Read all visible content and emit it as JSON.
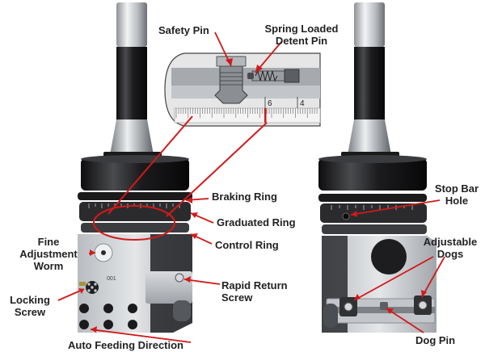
{
  "labels": {
    "safety_pin": "Safety Pin",
    "spring_loaded_detent_pin": [
      "Spring Loaded",
      "Detent Pin"
    ],
    "braking_ring": "Braking Ring",
    "graduated_ring": "Graduated Ring",
    "control_ring": "Control Ring",
    "fine_adjustment_worm": [
      "Fine",
      "Adjustment",
      "Worm"
    ],
    "locking_screw": [
      "Locking",
      "Screw"
    ],
    "rapid_return_screw": [
      "Rapid Return",
      "Screw"
    ],
    "auto_feeding_direction": "Auto Feeding Direction",
    "stop_bar_hole": [
      "Stop Bar",
      "Hole"
    ],
    "adjustable_dogs": [
      "Adjustable",
      "Dogs"
    ],
    "dog_pin": "Dog Pin"
  },
  "scale_numbers": [
    "6",
    "4"
  ],
  "head_marking": "001",
  "colors": {
    "callout": "#d11a1a",
    "text": "#222222",
    "steel_light": "#c9ccd0",
    "steel_dark": "#2a2a2c",
    "inset_bg": "#e6e6e6"
  }
}
